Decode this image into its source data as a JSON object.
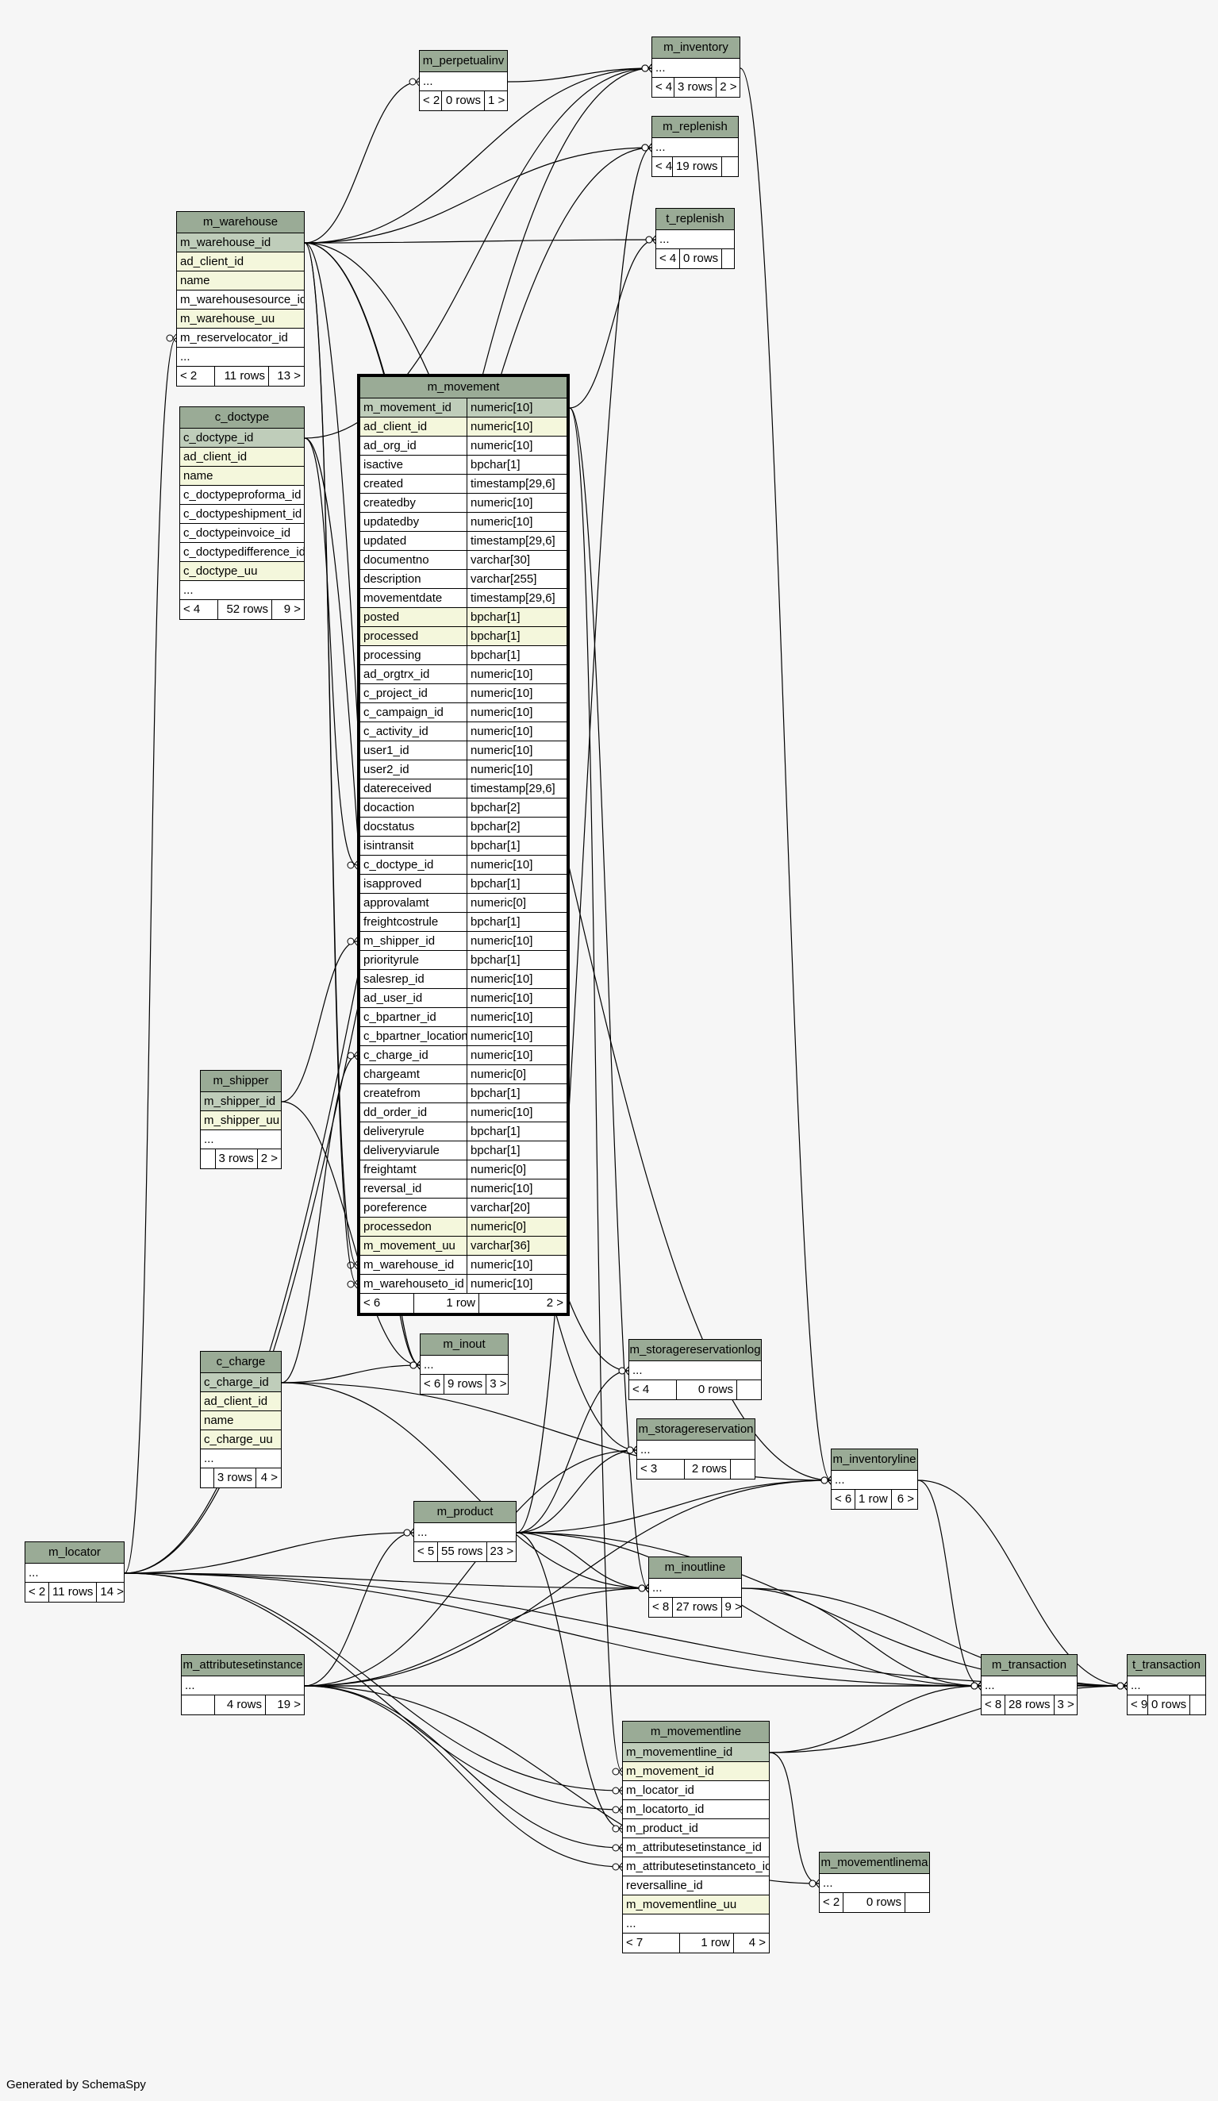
{
  "footer_text": "Generated by SchemaSpy",
  "colors": {
    "header": "#9aab96",
    "primary_key": "#bfcdba",
    "unique_key": "#f4f7dc",
    "background": "#f6f6f6"
  },
  "tables": [
    {
      "id": "m_perpetualinv",
      "name": "m_perpetualinv",
      "rows": [
        {
          "c": "...",
          "k": ""
        }
      ],
      "footer": [
        "< 2",
        "0 rows",
        "1 >"
      ]
    },
    {
      "id": "m_inventory",
      "name": "m_inventory",
      "rows": [
        {
          "c": "...",
          "k": ""
        }
      ],
      "footer": [
        "< 4",
        "3 rows",
        "2 >"
      ]
    },
    {
      "id": "m_replenish",
      "name": "m_replenish",
      "rows": [
        {
          "c": "...",
          "k": ""
        }
      ],
      "footer": [
        "< 4",
        "19 rows",
        ""
      ]
    },
    {
      "id": "t_replenish",
      "name": "t_replenish",
      "rows": [
        {
          "c": "...",
          "k": ""
        }
      ],
      "footer": [
        "< 4",
        "0 rows",
        ""
      ]
    },
    {
      "id": "m_warehouse",
      "name": "m_warehouse",
      "rows": [
        {
          "c": "m_warehouse_id",
          "k": "pk"
        },
        {
          "c": "ad_client_id",
          "k": "uk"
        },
        {
          "c": "name",
          "k": "uk"
        },
        {
          "c": "m_warehousesource_id",
          "k": ""
        },
        {
          "c": "m_warehouse_uu",
          "k": "uk"
        },
        {
          "c": "m_reservelocator_id",
          "k": ""
        },
        {
          "c": "...",
          "k": ""
        }
      ],
      "footer": [
        "< 2",
        "11 rows",
        "13 >"
      ]
    },
    {
      "id": "c_doctype",
      "name": "c_doctype",
      "rows": [
        {
          "c": "c_doctype_id",
          "k": "pk"
        },
        {
          "c": "ad_client_id",
          "k": "uk"
        },
        {
          "c": "name",
          "k": "uk"
        },
        {
          "c": "c_doctypeproforma_id",
          "k": ""
        },
        {
          "c": "c_doctypeshipment_id",
          "k": ""
        },
        {
          "c": "c_doctypeinvoice_id",
          "k": ""
        },
        {
          "c": "c_doctypedifference_id",
          "k": ""
        },
        {
          "c": "c_doctype_uu",
          "k": "uk"
        },
        {
          "c": "...",
          "k": ""
        }
      ],
      "footer": [
        "< 4",
        "52 rows",
        "9 >"
      ]
    },
    {
      "id": "m_movement",
      "name": "m_movement",
      "focus": true,
      "rows": [
        {
          "c": "m_movement_id",
          "t": "numeric[10]",
          "k": "pk"
        },
        {
          "c": "ad_client_id",
          "t": "numeric[10]",
          "k": "uk"
        },
        {
          "c": "ad_org_id",
          "t": "numeric[10]",
          "k": ""
        },
        {
          "c": "isactive",
          "t": "bpchar[1]",
          "k": ""
        },
        {
          "c": "created",
          "t": "timestamp[29,6]",
          "k": ""
        },
        {
          "c": "createdby",
          "t": "numeric[10]",
          "k": ""
        },
        {
          "c": "updatedby",
          "t": "numeric[10]",
          "k": ""
        },
        {
          "c": "updated",
          "t": "timestamp[29,6]",
          "k": ""
        },
        {
          "c": "documentno",
          "t": "varchar[30]",
          "k": ""
        },
        {
          "c": "description",
          "t": "varchar[255]",
          "k": ""
        },
        {
          "c": "movementdate",
          "t": "timestamp[29,6]",
          "k": ""
        },
        {
          "c": "posted",
          "t": "bpchar[1]",
          "k": "uk"
        },
        {
          "c": "processed",
          "t": "bpchar[1]",
          "k": "uk"
        },
        {
          "c": "processing",
          "t": "bpchar[1]",
          "k": ""
        },
        {
          "c": "ad_orgtrx_id",
          "t": "numeric[10]",
          "k": ""
        },
        {
          "c": "c_project_id",
          "t": "numeric[10]",
          "k": ""
        },
        {
          "c": "c_campaign_id",
          "t": "numeric[10]",
          "k": ""
        },
        {
          "c": "c_activity_id",
          "t": "numeric[10]",
          "k": ""
        },
        {
          "c": "user1_id",
          "t": "numeric[10]",
          "k": ""
        },
        {
          "c": "user2_id",
          "t": "numeric[10]",
          "k": ""
        },
        {
          "c": "datereceived",
          "t": "timestamp[29,6]",
          "k": ""
        },
        {
          "c": "docaction",
          "t": "bpchar[2]",
          "k": ""
        },
        {
          "c": "docstatus",
          "t": "bpchar[2]",
          "k": ""
        },
        {
          "c": "isintransit",
          "t": "bpchar[1]",
          "k": ""
        },
        {
          "c": "c_doctype_id",
          "t": "numeric[10]",
          "k": ""
        },
        {
          "c": "isapproved",
          "t": "bpchar[1]",
          "k": ""
        },
        {
          "c": "approvalamt",
          "t": "numeric[0]",
          "k": ""
        },
        {
          "c": "freightcostrule",
          "t": "bpchar[1]",
          "k": ""
        },
        {
          "c": "m_shipper_id",
          "t": "numeric[10]",
          "k": ""
        },
        {
          "c": "priorityrule",
          "t": "bpchar[1]",
          "k": ""
        },
        {
          "c": "salesrep_id",
          "t": "numeric[10]",
          "k": ""
        },
        {
          "c": "ad_user_id",
          "t": "numeric[10]",
          "k": ""
        },
        {
          "c": "c_bpartner_id",
          "t": "numeric[10]",
          "k": ""
        },
        {
          "c": "c_bpartner_location_id",
          "t": "numeric[10]",
          "k": ""
        },
        {
          "c": "c_charge_id",
          "t": "numeric[10]",
          "k": ""
        },
        {
          "c": "chargeamt",
          "t": "numeric[0]",
          "k": ""
        },
        {
          "c": "createfrom",
          "t": "bpchar[1]",
          "k": ""
        },
        {
          "c": "dd_order_id",
          "t": "numeric[10]",
          "k": ""
        },
        {
          "c": "deliveryrule",
          "t": "bpchar[1]",
          "k": ""
        },
        {
          "c": "deliveryviarule",
          "t": "bpchar[1]",
          "k": ""
        },
        {
          "c": "freightamt",
          "t": "numeric[0]",
          "k": ""
        },
        {
          "c": "reversal_id",
          "t": "numeric[10]",
          "k": ""
        },
        {
          "c": "poreference",
          "t": "varchar[20]",
          "k": ""
        },
        {
          "c": "processedon",
          "t": "numeric[0]",
          "k": "uk"
        },
        {
          "c": "m_movement_uu",
          "t": "varchar[36]",
          "k": "uk"
        },
        {
          "c": "m_warehouse_id",
          "t": "numeric[10]",
          "k": ""
        },
        {
          "c": "m_warehouseto_id",
          "t": "numeric[10]",
          "k": ""
        }
      ],
      "footer": [
        "< 6",
        "1 row",
        "2 >"
      ]
    },
    {
      "id": "m_shipper",
      "name": "m_shipper",
      "rows": [
        {
          "c": "m_shipper_id",
          "k": "pk"
        },
        {
          "c": "m_shipper_uu",
          "k": "uk"
        },
        {
          "c": "...",
          "k": ""
        }
      ],
      "footer": [
        "",
        "3 rows",
        "2 >"
      ]
    },
    {
      "id": "m_inout",
      "name": "m_inout",
      "rows": [
        {
          "c": "...",
          "k": ""
        }
      ],
      "footer": [
        "< 6",
        "9 rows",
        "3 >"
      ]
    },
    {
      "id": "c_charge",
      "name": "c_charge",
      "rows": [
        {
          "c": "c_charge_id",
          "k": "pk"
        },
        {
          "c": "ad_client_id",
          "k": "uk"
        },
        {
          "c": "name",
          "k": "uk"
        },
        {
          "c": "c_charge_uu",
          "k": "uk"
        },
        {
          "c": "...",
          "k": ""
        }
      ],
      "footer": [
        "",
        "3 rows",
        "4 >"
      ]
    },
    {
      "id": "m_storagereservationlog",
      "name": "m_storagereservationlog",
      "rows": [
        {
          "c": "...",
          "k": ""
        }
      ],
      "footer": [
        "< 4",
        "0 rows",
        ""
      ]
    },
    {
      "id": "m_storagereservation",
      "name": "m_storagereservation",
      "rows": [
        {
          "c": "...",
          "k": ""
        }
      ],
      "footer": [
        "< 3",
        "2 rows",
        ""
      ]
    },
    {
      "id": "m_inventoryline",
      "name": "m_inventoryline",
      "rows": [
        {
          "c": "...",
          "k": ""
        }
      ],
      "footer": [
        "< 6",
        "1 row",
        "6 >"
      ]
    },
    {
      "id": "m_product",
      "name": "m_product",
      "rows": [
        {
          "c": "...",
          "k": ""
        }
      ],
      "footer": [
        "< 5",
        "55 rows",
        "23 >"
      ]
    },
    {
      "id": "m_locator",
      "name": "m_locator",
      "rows": [
        {
          "c": "...",
          "k": ""
        }
      ],
      "footer": [
        "< 2",
        "11 rows",
        "14 >"
      ]
    },
    {
      "id": "m_inoutline",
      "name": "m_inoutline",
      "rows": [
        {
          "c": "...",
          "k": ""
        }
      ],
      "footer": [
        "< 8",
        "27 rows",
        "9 >"
      ]
    },
    {
      "id": "m_attributesetinstance",
      "name": "m_attributesetinstance",
      "rows": [
        {
          "c": "...",
          "k": ""
        }
      ],
      "footer": [
        "",
        "4 rows",
        "19 >"
      ]
    },
    {
      "id": "m_transaction",
      "name": "m_transaction",
      "rows": [
        {
          "c": "...",
          "k": ""
        }
      ],
      "footer": [
        "< 8",
        "28 rows",
        "3 >"
      ]
    },
    {
      "id": "t_transaction",
      "name": "t_transaction",
      "rows": [
        {
          "c": "...",
          "k": ""
        }
      ],
      "footer": [
        "< 9",
        "0 rows",
        ""
      ]
    },
    {
      "id": "m_movementline",
      "name": "m_movementline",
      "rows": [
        {
          "c": "m_movementline_id",
          "k": "pk"
        },
        {
          "c": "m_movement_id",
          "k": "uk"
        },
        {
          "c": "m_locator_id",
          "k": ""
        },
        {
          "c": "m_locatorto_id",
          "k": ""
        },
        {
          "c": "m_product_id",
          "k": ""
        },
        {
          "c": "m_attributesetinstance_id",
          "k": ""
        },
        {
          "c": "m_attributesetinstanceto_id",
          "k": ""
        },
        {
          "c": "reversalline_id",
          "k": ""
        },
        {
          "c": "m_movementline_uu",
          "k": "uk"
        },
        {
          "c": "...",
          "k": ""
        }
      ],
      "footer": [
        "< 7",
        "1 row",
        "4 >"
      ]
    },
    {
      "id": "m_movementlinema",
      "name": "m_movementlinema",
      "rows": [
        {
          "c": "...",
          "k": ""
        }
      ],
      "footer": [
        "< 2",
        "0 rows",
        ""
      ]
    }
  ]
}
